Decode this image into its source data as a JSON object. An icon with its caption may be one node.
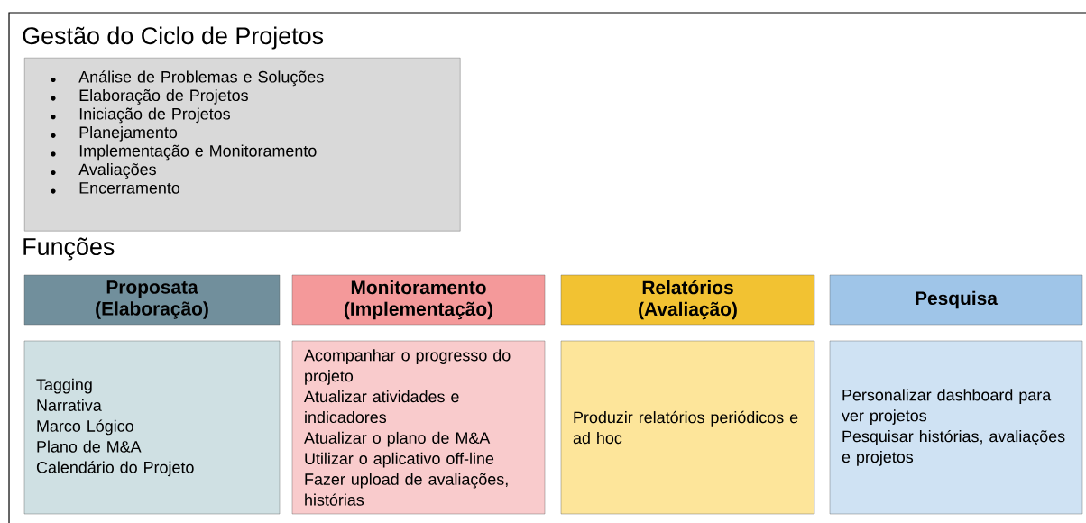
{
  "diagram": {
    "title": "Gestão do Ciclo de Projetos",
    "nodes": [
      {
        "text": [
          "Análise de Problemas e Soluções",
          "Elaboração de Projetos",
          "Iniciação de Projetos",
          "Planejamento",
          "Implementação e Monitoramento",
          "Avaliações",
          "Encerramento"
        ]
      },
      {
        "text": [
          "Proposata (Elaboração)"
        ]
      },
      {
        "text": [
          "Monitoramento (Implementação)"
        ]
      },
      {
        "text": [
          "Relatórios (Avaliação)"
        ]
      },
      {
        "text": [
          "Pesquisa"
        ]
      },
      {
        "text": [
          "Tagging",
          "Narrativa",
          "Marco Lógico",
          "Plano de M&A",
          "Calendário do Projeto"
        ]
      },
      {
        "text": [
          "Acompanhar o progresso do projeto",
          "Atualizar atividades e indicadores",
          "Atualizar o plano de M&A",
          "Utilizar o aplicativo off-line",
          "Fazer upload de avaliações, histórias"
        ]
      },
      {
        "text": [
          "Produzir relatórios periódicos e ad hoc"
        ]
      },
      {
        "text": [
          "Personalizar dashboard para ver projetos",
          "Pesquisar histórias, avaliações e projetos"
        ]
      }
    ],
    "labels": [
      "Funções"
    ]
  }
}
